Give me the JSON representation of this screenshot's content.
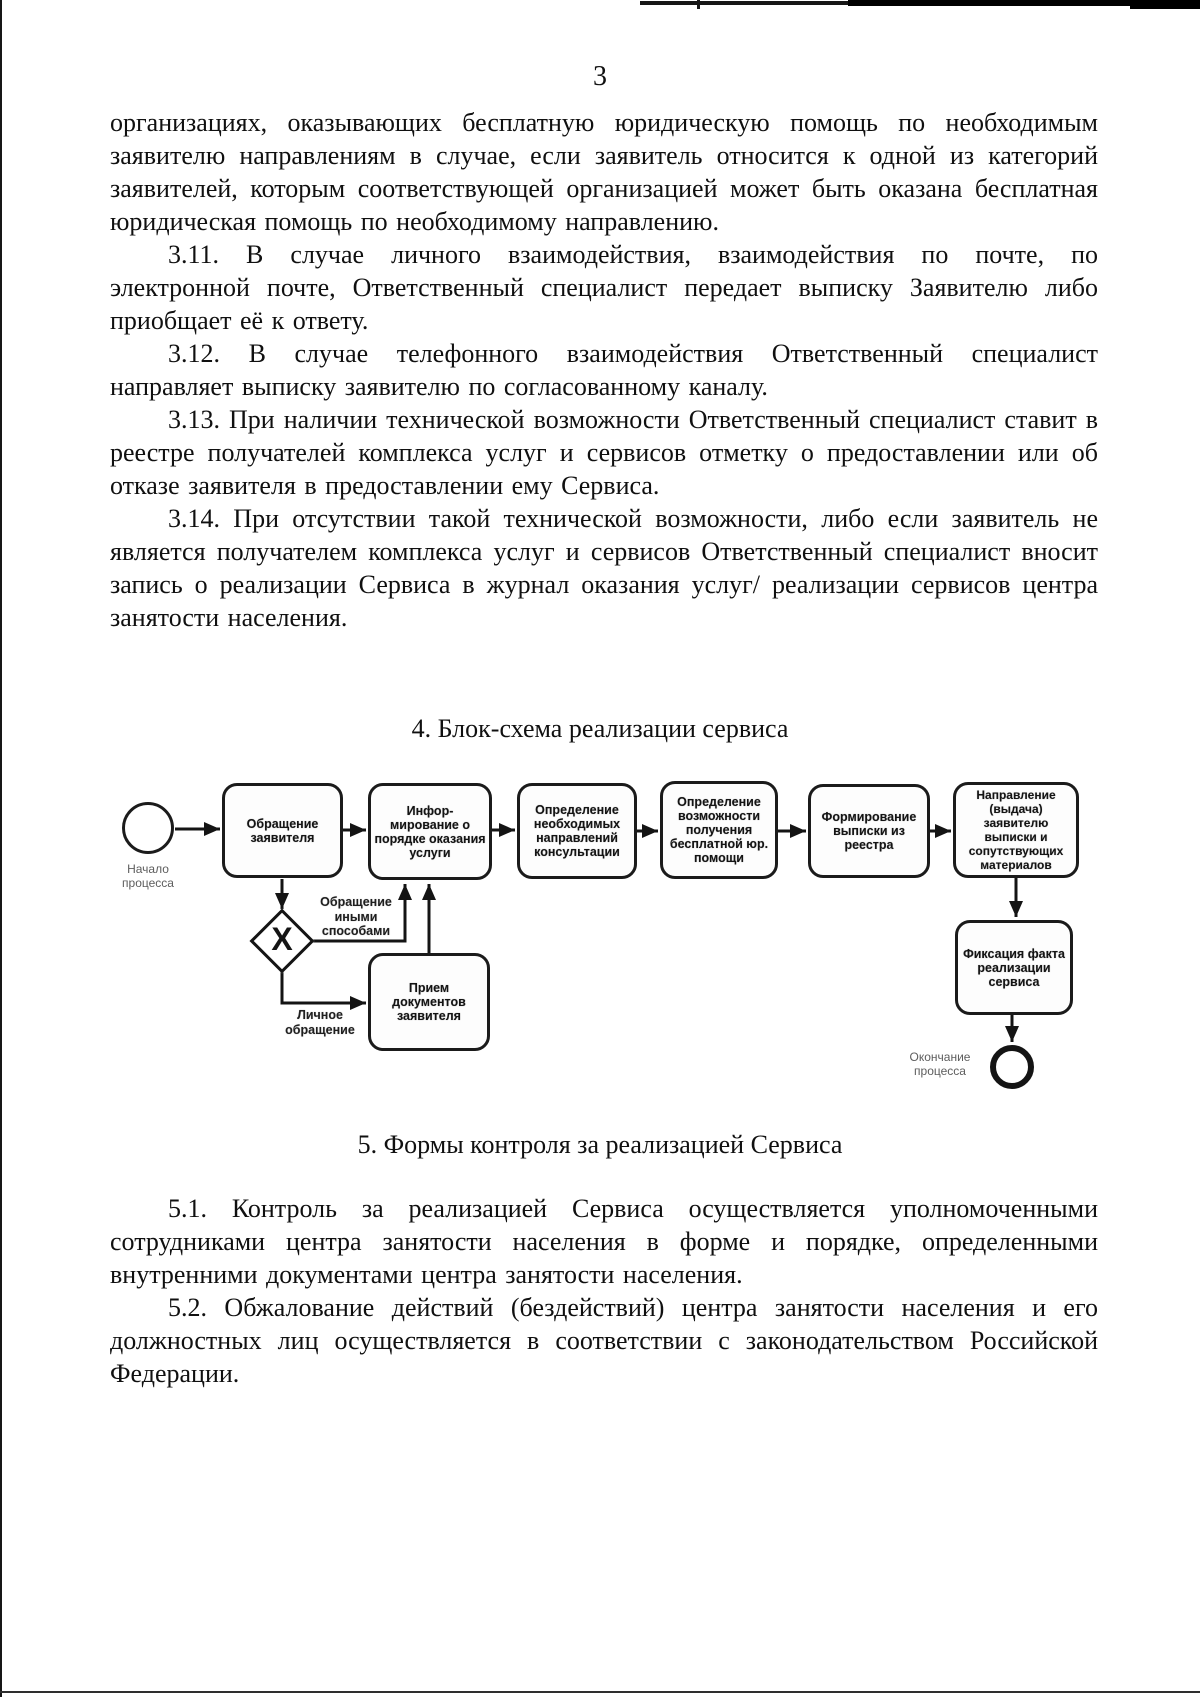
{
  "page_number": "3",
  "body": {
    "paragraphs": [
      "организациях, оказывающих бесплатную юридическую помощь по необходимым заявителю направлениям в случае, если заявитель относится к одной из категорий заявителей, которым соответствующей организацией может быть оказана бесплатная юридическая помощь по необходимому направлению.",
      "3.11. В случае личного взаимодействия, взаимодействия по почте, по электронной почте, Ответственный специалист передает выписку Заявителю либо приобщает её к ответу.",
      "3.12. В случае телефонного взаимодействия Ответственный специалист направляет выписку заявителю по согласованному каналу.",
      "3.13. При наличии технической возможности Ответственный специалист ставит в реестре получателей комплекса услуг и сервисов отметку о предоставлении или об отказе заявителя в предоставлении ему Сервиса.",
      "3.14. При отсутствии такой технической возможности, либо если заявитель не является получателем комплекса услуг и сервисов Ответственный специалист вносит запись о реализации Сервиса в журнал оказания услуг/ реализации сервисов центра занятости населения."
    ]
  },
  "section4": {
    "heading": "4. Блок-схема реализации сервиса"
  },
  "flowchart": {
    "start_label": "Начало процесса",
    "end_label": "Окончание процесса",
    "gateway_symbol": "X",
    "nodes": [
      {
        "label": "Обращение заявителя"
      },
      {
        "label": "Инфор-мирование о порядке оказания услуги"
      },
      {
        "label": "Определение необходимых направлений консультации"
      },
      {
        "label": "Определение возможности получения бесплатной юр. помощи"
      },
      {
        "label": "Формирование выписки из реестра"
      },
      {
        "label": "Направление (выдача) заявителю выписки и сопутствующих материалов"
      },
      {
        "label": "Прием документов заявителя"
      },
      {
        "label": "Фиксация факта реализации сервиса"
      }
    ],
    "edge_labels": {
      "other_ways": "Обращение иными способами",
      "personal": "Личное обращение"
    }
  },
  "section5": {
    "heading": "5. Формы контроля за реализацией Сервиса",
    "paragraphs": [
      "5.1. Контроль за реализацией Сервиса осуществляется уполномоченными сотрудниками центра занятости населения в форме и порядке, определенными внутренними документами центра занятости населения.",
      "5.2. Обжалование действий (бездействий) центра занятости населения и его должностных лиц осуществляется в соответствии с законодательством Российской Федерации."
    ]
  }
}
